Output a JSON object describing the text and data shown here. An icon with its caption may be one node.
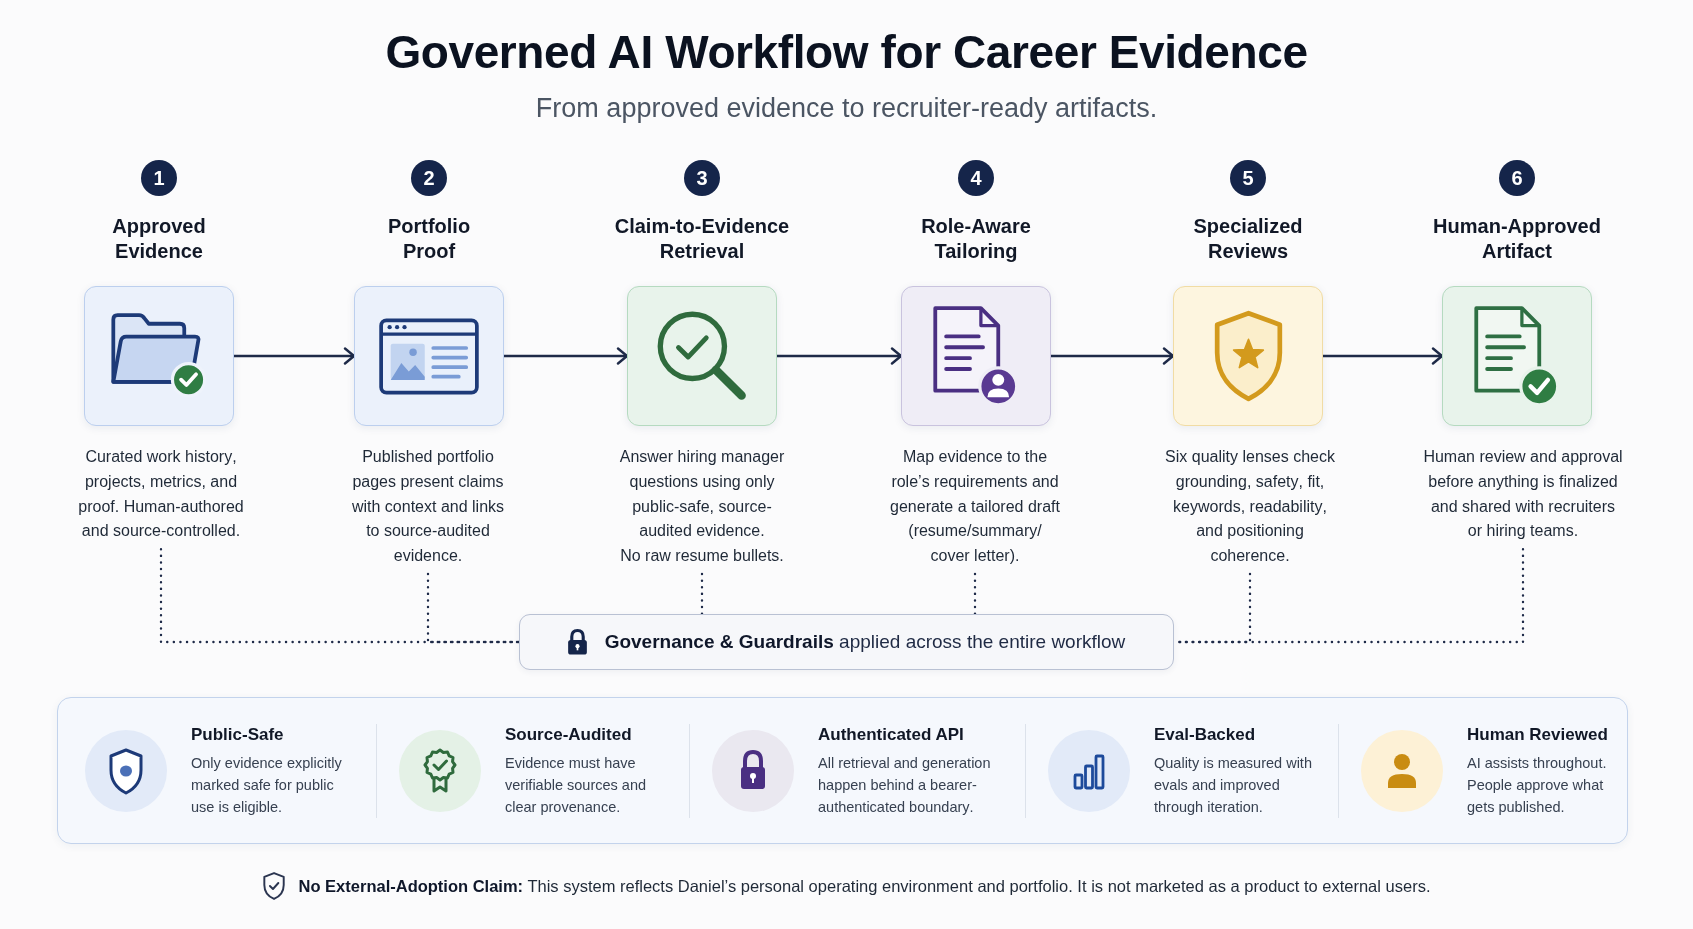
{
  "diagram": {
    "title": "Governed AI Workflow for Career Evidence",
    "nodes": [
      {
        "text": [
          "1"
        ]
      },
      {
        "text": [
          "2"
        ]
      },
      {
        "text": [
          "3"
        ]
      },
      {
        "text": [
          "4"
        ]
      },
      {
        "text": [
          "5"
        ]
      },
      {
        "text": [
          "6"
        ]
      },
      {
        "text": [
          "Approved Evidence"
        ]
      },
      {
        "text": [
          "Portfolio Proof"
        ]
      },
      {
        "text": [
          "Claim-to-Evidence Retrieval"
        ]
      },
      {
        "text": [
          "Role-Aware Tailoring"
        ]
      },
      {
        "text": [
          "Specialized Reviews"
        ]
      },
      {
        "text": [
          "Human-Approved Artifact"
        ]
      },
      {
        "text": [
          "Curated work history, projects, metrics, and proof. Human-authored and source-controlled."
        ]
      },
      {
        "text": [
          "Published portfolio pages present claims with context and links to source-audited evidence."
        ]
      },
      {
        "text": [
          "Answer hiring manager questions using only public-safe, source-audited evidence.",
          "No raw resume bullets."
        ]
      },
      {
        "text": [
          "Map evidence to the role’s requirements and generate a tailored draft (resume/summary/ cover letter)."
        ]
      },
      {
        "text": [
          "Six quality lenses check grounding, safety, fit, keywords, readability, and positioning coherence."
        ]
      },
      {
        "text": [
          "Human review and approval before anything is finalized and shared with recruiters or hiring teams."
        ]
      },
      {
        "text": [
          "**Governance & Guardrails** applied across the entire workflow"
        ]
      },
      {
        "text": [],
        "shape": "box"
      },
      {
        "text": [
          "Public-Safe",
          "Only evidence explicitly marked safe for public use is eligible."
        ],
        "in": 19
      },
      {
        "text": [
          "Source-Audited",
          "Evidence must have verifiable sources and clear provenance."
        ],
        "in": 19
      },
      {
        "text": [
          "Authenticated API",
          "All retrieval and generation happen behind a bearer-authenticated boundary."
        ],
        "in": 19
      },
      {
        "text": [
          "Eval-Backed",
          "Quality is measured with evals and improved through iteration."
        ],
        "in": 19
      },
      {
        "text": [
          "Human Reviewed",
          "AI assists throughout. People approve what gets published."
        ],
        "in": 19
      }
    ],
    "edges": [
      {
        "from": 6,
        "to": 7,
        "arrow": "to"
      },
      {
        "from": 7,
        "to": 8,
        "arrow": "to"
      },
      {
        "from": 8,
        "to": 9,
        "arrow": "to"
      },
      {
        "from": 9,
        "to": 10,
        "arrow": "to"
      },
      {
        "from": 10,
        "to": 11,
        "arrow": "to"
      },
      {
        "from": 12,
        "to": 18,
        "arrow": "none",
        "style": "dashed"
      },
      {
        "from": 13,
        "to": 18,
        "arrow": "none",
        "style": "dashed"
      },
      {
        "from": 14,
        "to": 18,
        "arrow": "none",
        "style": "dashed"
      },
      {
        "from": 15,
        "to": 18,
        "arrow": "none",
        "style": "dashed"
      },
      {
        "from": 16,
        "to": 18,
        "arrow": "none",
        "style": "dashed"
      },
      {
        "from": 17,
        "to": 18,
        "arrow": "none",
        "style": "dashed"
      }
    ],
    "labels": [
      "From approved evidence to recruiter-ready artifacts.",
      "**No External-Adoption Claim:** This system reflects Daniel’s personal operating environment and portfolio. It is not marketed as a product to external users."
    ]
  }
}
